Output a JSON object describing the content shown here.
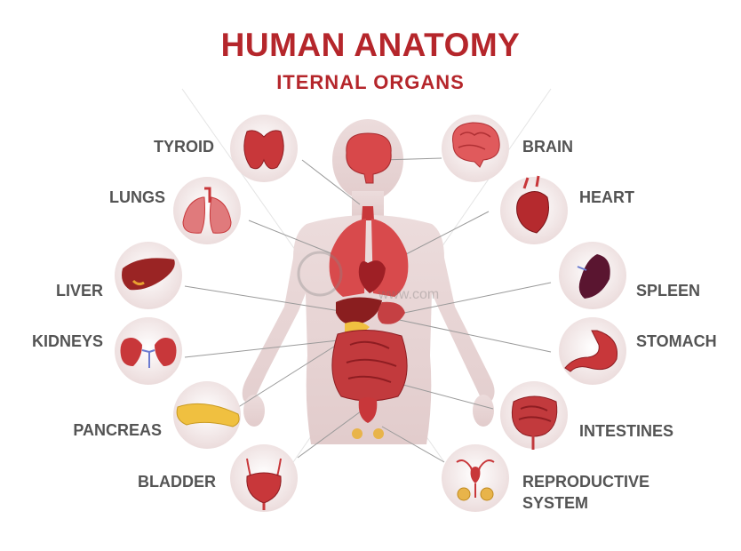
{
  "title": "HUMAN ANATOMY",
  "subtitle": "ITERNAL ORGANS",
  "colors": {
    "title": "#b5262b",
    "label": "#545454",
    "silhouette": "#e6d4d4",
    "circle": "#f1e6e6",
    "organ": "#c8373a",
    "organ_dark": "#8e1d22",
    "liver": "#9a2424",
    "spleen": "#5a1530",
    "pancreas": "#f0c040"
  },
  "watermark": "www.com",
  "organs": {
    "tyroid": "TYROID",
    "lungs": "LUNGS",
    "liver": "LIVER",
    "kidneys": "KIDNEYS",
    "pancreas": "PANCREAS",
    "bladder": "BLADDER",
    "brain": "BRAIN",
    "heart": "HEART",
    "spleen": "SPLEEN",
    "stomach": "STOMACH",
    "intestines": "INTESTINES",
    "reproductive_1": "REPRODUCTIVE",
    "reproductive_2": "SYSTEM"
  }
}
